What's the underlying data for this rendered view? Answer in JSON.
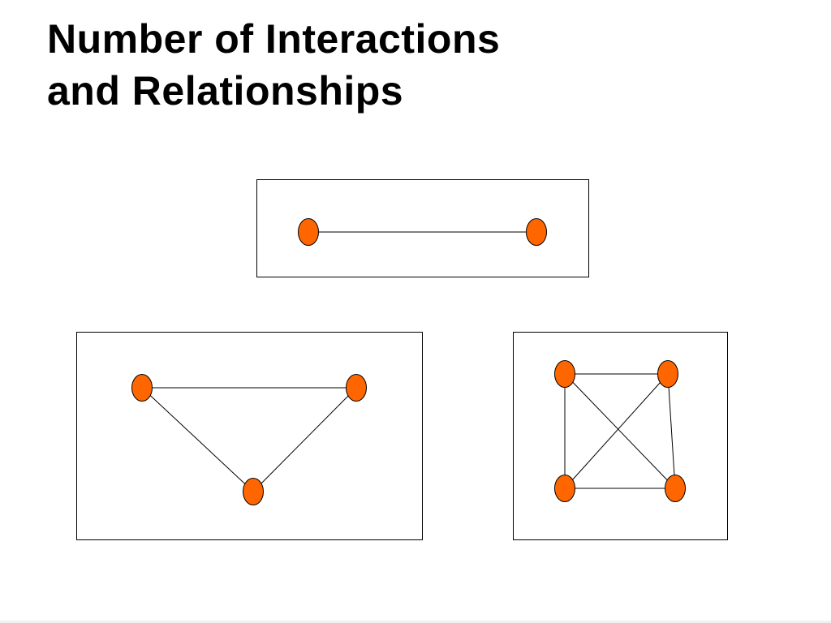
{
  "slide": {
    "title_line1": "Number of Interactions",
    "title_line2": "and Relationships"
  },
  "colors": {
    "node_fill": "#ff6600",
    "node_stroke": "#000000",
    "edge": "#000000",
    "panel_border": "#000000",
    "background": "#ffffff"
  },
  "diagrams": [
    {
      "name": "two-node-diagram",
      "nodes": [
        "a",
        "b"
      ],
      "edges": [
        [
          "a",
          "b"
        ]
      ]
    },
    {
      "name": "three-node-diagram",
      "nodes": [
        "a",
        "b",
        "c"
      ],
      "edges": [
        [
          "a",
          "b"
        ],
        [
          "a",
          "c"
        ],
        [
          "b",
          "c"
        ]
      ]
    },
    {
      "name": "four-node-diagram",
      "nodes": [
        "a",
        "b",
        "c",
        "d"
      ],
      "edges": [
        [
          "a",
          "b"
        ],
        [
          "a",
          "c"
        ],
        [
          "a",
          "d"
        ],
        [
          "b",
          "c"
        ],
        [
          "b",
          "d"
        ],
        [
          "c",
          "d"
        ]
      ]
    }
  ]
}
